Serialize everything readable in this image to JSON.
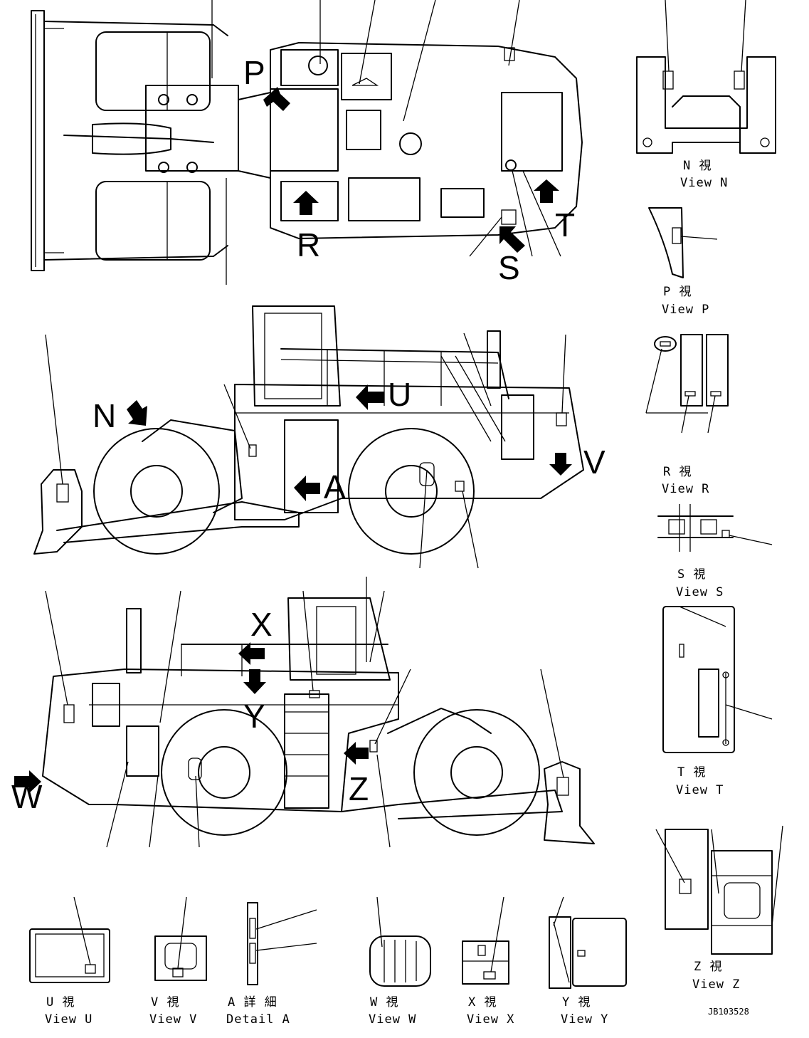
{
  "callout_letters": {
    "P": "P",
    "R": "R",
    "S": "S",
    "T": "T",
    "N": "N",
    "U": "U",
    "V": "V",
    "A": "A",
    "X": "X",
    "Y": "Y",
    "Z": "Z",
    "W": "W"
  },
  "view_captions": {
    "N": {
      "jp": "N  視",
      "en": "View N"
    },
    "P": {
      "jp": "P  視",
      "en": "View P"
    },
    "R": {
      "jp": "R  視",
      "en": "View R"
    },
    "S": {
      "jp": "S  視",
      "en": "View S"
    },
    "T": {
      "jp": "T  視",
      "en": "View T"
    },
    "Z": {
      "jp": "Z  視",
      "en": "View Z"
    },
    "U": {
      "jp": "U  視",
      "en": "View U"
    },
    "V": {
      "jp": "V  視",
      "en": "View V"
    },
    "A": {
      "jp": "A 詳 細",
      "en": "Detail A"
    },
    "W": {
      "jp": "W  視",
      "en": "View W"
    },
    "X": {
      "jp": "X  視",
      "en": "View X"
    },
    "Y": {
      "jp": "Y  視",
      "en": "View Y"
    }
  },
  "drawing_code": "JB103528"
}
